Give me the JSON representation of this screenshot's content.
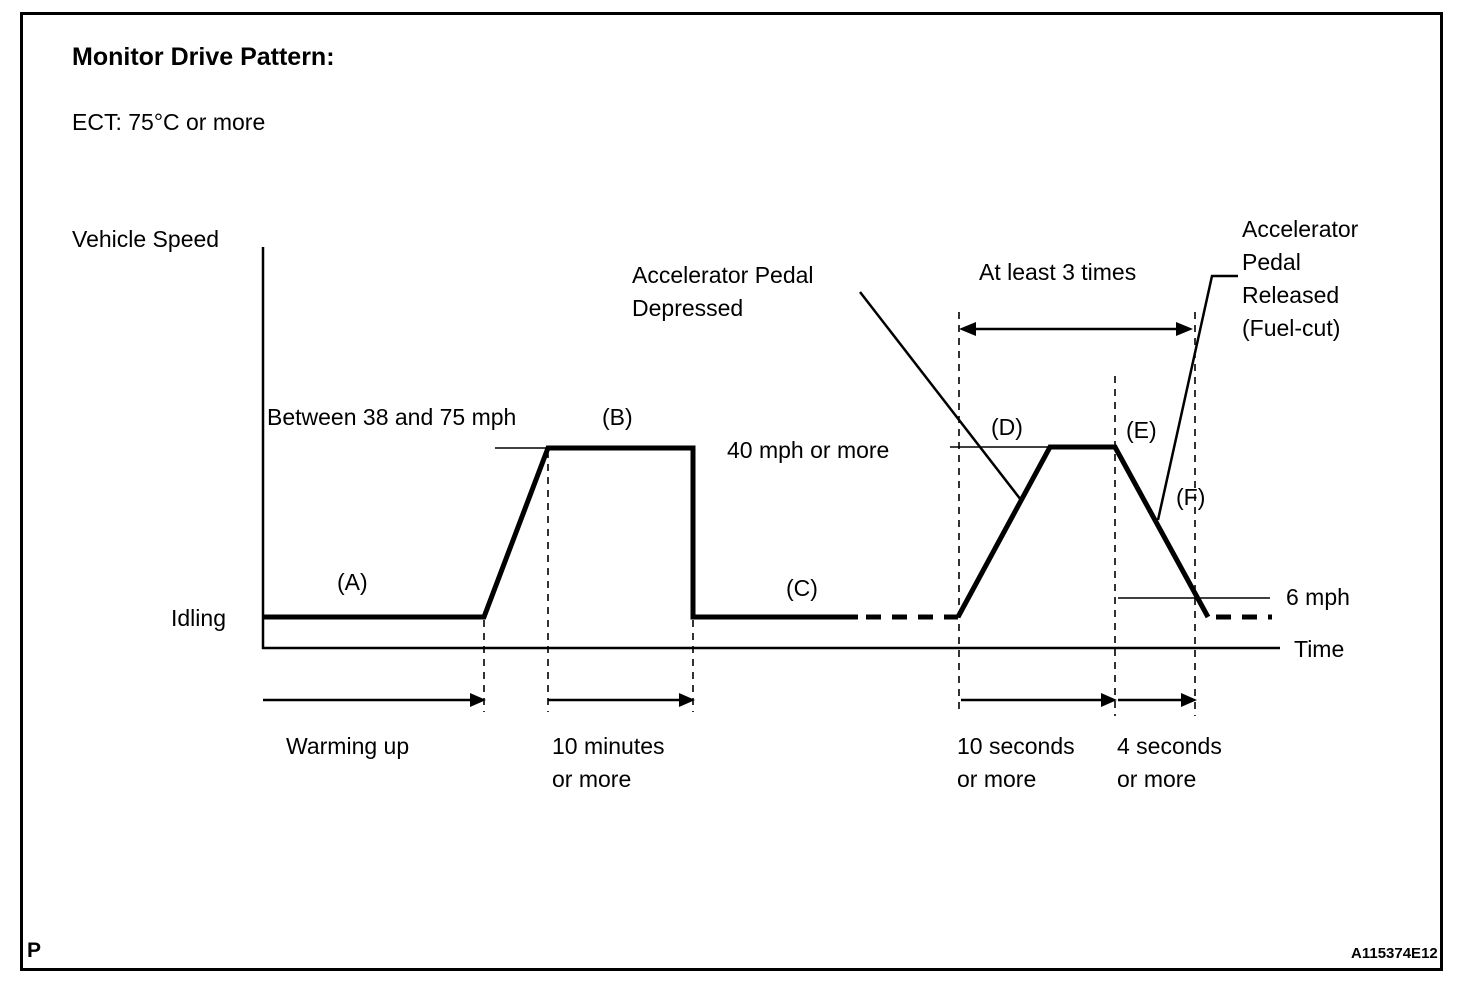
{
  "header": {
    "title": "Monitor Drive Pattern:",
    "condition": "ECT: 75°C or more"
  },
  "axes": {
    "y_label": "Vehicle Speed",
    "x_label": "Time",
    "idle_label": "Idling"
  },
  "phases": {
    "a": "(A)",
    "b": "(B)",
    "c": "(C)",
    "d": "(D)",
    "e": "(E)",
    "f": "(F)"
  },
  "speeds": {
    "cruise_range": "Between 38 and 75 mph",
    "min_speed": "40 mph or more",
    "fuel_cut_end_speed": "6 mph"
  },
  "callouts": {
    "pedal_depressed": {
      "line1": "Accelerator Pedal",
      "line2": "Depressed"
    },
    "repeat_count": "At least 3 times",
    "pedal_released": {
      "line1": "Accelerator",
      "line2": "Pedal",
      "line3": "Released",
      "line4": "(Fuel-cut)"
    }
  },
  "durations": {
    "warming_up": "Warming up",
    "ten_minutes": {
      "line1": "10 minutes",
      "line2": "or more"
    },
    "ten_seconds": {
      "line1": "10 seconds",
      "line2": "or more"
    },
    "four_seconds": {
      "line1": "4 seconds",
      "line2": "or more"
    }
  },
  "footer": {
    "page_marker": "P",
    "figure_code": "A115374E12"
  },
  "colors": {
    "ink": "#000000",
    "background": "#ffffff"
  }
}
